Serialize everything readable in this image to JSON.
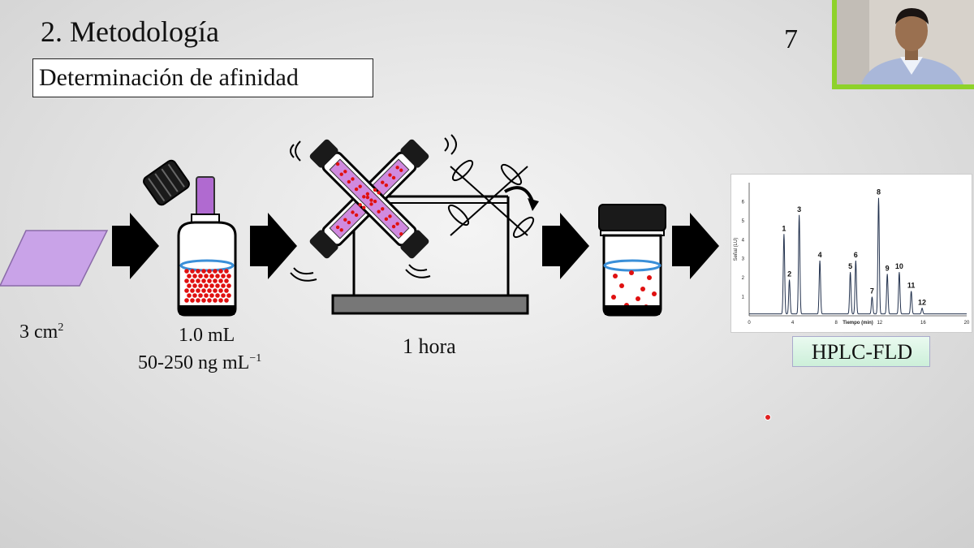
{
  "slide": {
    "title": "2. Metodología",
    "number": "7",
    "subtitle": "Determinación de afinidad"
  },
  "labels": {
    "area_value": "3 cm",
    "area_exp": "2",
    "volume": "1.0 mL",
    "concentration": "50-250 ng mL",
    "concentration_exp": "−1",
    "time": "1 hora",
    "method": "HPLC-FLD"
  },
  "colors": {
    "membrane": "#c9a3e8",
    "dots": "#e01010",
    "ring": "#3a8fd8",
    "arrow": "#000000",
    "webcam_border": "#8ed22a"
  },
  "chart_data": {
    "type": "line",
    "title": "",
    "xlabel": "Tiempo (min)",
    "ylabel": "Señal (LU)",
    "xlim": [
      0,
      20
    ],
    "ylim": [
      0,
      7
    ],
    "xticks": [
      0,
      4,
      8,
      12,
      16,
      20
    ],
    "yticks": [
      1,
      2,
      3,
      4,
      5,
      6
    ],
    "baseline": 0.1,
    "peaks": [
      {
        "label": "1",
        "rt": 3.2,
        "height": 4.2
      },
      {
        "label": "2",
        "rt": 3.7,
        "height": 1.8
      },
      {
        "label": "3",
        "rt": 4.6,
        "height": 5.2
      },
      {
        "label": "4",
        "rt": 6.5,
        "height": 2.8
      },
      {
        "label": "5",
        "rt": 9.3,
        "height": 2.2
      },
      {
        "label": "6",
        "rt": 9.8,
        "height": 2.8
      },
      {
        "label": "7",
        "rt": 11.3,
        "height": 0.9
      },
      {
        "label": "8",
        "rt": 11.9,
        "height": 6.1
      },
      {
        "label": "9",
        "rt": 12.7,
        "height": 2.1
      },
      {
        "label": "10",
        "rt": 13.8,
        "height": 2.2
      },
      {
        "label": "11",
        "rt": 14.9,
        "height": 1.2
      },
      {
        "label": "12",
        "rt": 15.9,
        "height": 0.3
      }
    ]
  }
}
